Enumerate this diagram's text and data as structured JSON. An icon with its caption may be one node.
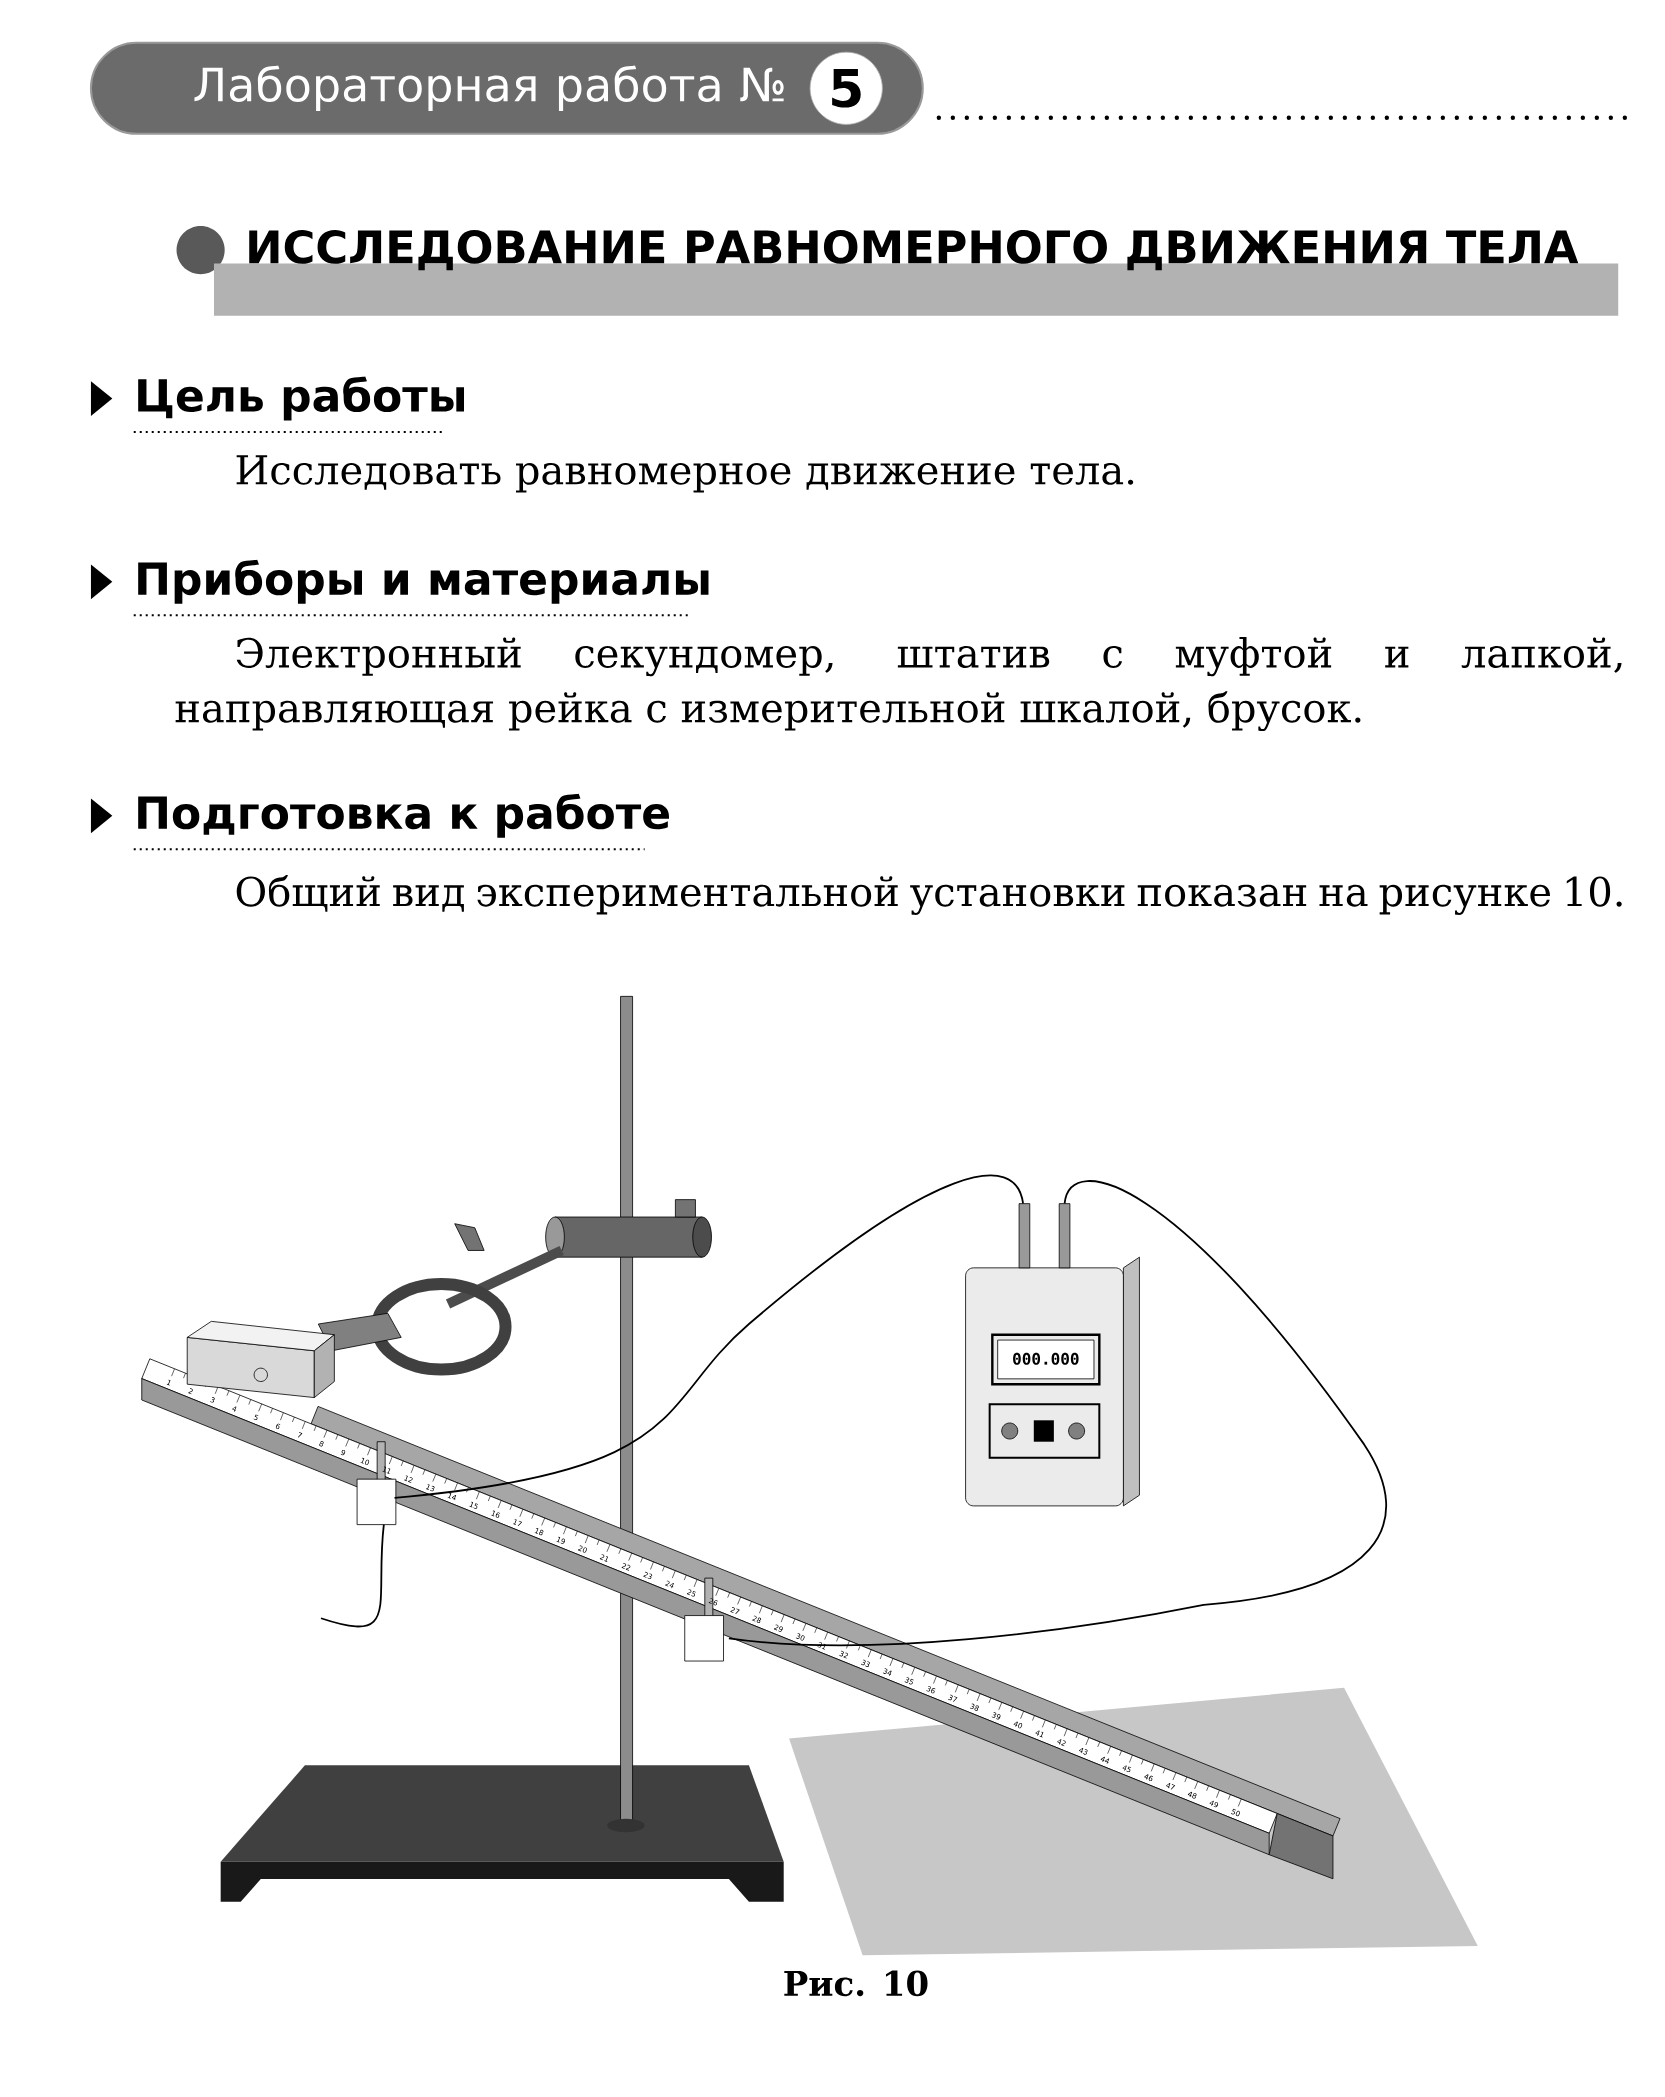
{
  "diagram": {
    "title": "ИССЛЕДОВАНИЕ РАВНОМЕРНОГО ДВИЖЕНИЯ ТЕЛА",
    "caption": "Рис. 10",
    "nodes": [
      {
        "text": [
          "Лабораторная работа №"
        ]
      },
      {
        "text": [
          "5"
        ],
        "in": 0
      }
    ],
    "labels": [
      "Цель работы",
      "Исследовать равномерное движение тела.",
      "Приборы и материалы",
      "Электронный секундомер, штатив с муфтой и лапкой, направляющая рейка с измерительной шкалой, брусок.",
      "Подготовка к работе",
      "Общий вид экспериментальной установки показан на рисунке 10.",
      "000.000",
      "1",
      "2",
      "3",
      "4",
      "5",
      "6",
      "7",
      "8",
      "9",
      "10",
      "11",
      "12",
      "13",
      "14",
      "15",
      "16",
      "17",
      "18",
      "19",
      "20",
      "21",
      "22",
      "23",
      "24",
      "25",
      "26",
      "27",
      "28",
      "29",
      "30",
      "31",
      "32",
      "33",
      "34",
      "35",
      "36",
      "37",
      "38",
      "39",
      "40",
      "41",
      "42",
      "43",
      "44",
      "45",
      "46",
      "47",
      "48",
      "49",
      "50"
    ]
  }
}
